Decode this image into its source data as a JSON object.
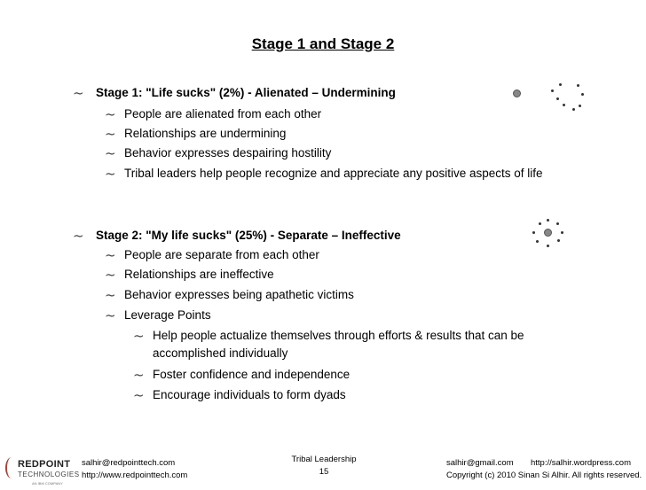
{
  "slide": {
    "title": "Stage 1 and Stage 2",
    "stage1": {
      "heading": "Stage 1: \"Life sucks\" (2%) - Alienated – Undermining",
      "points": [
        "People are alienated from each other",
        "Relationships are undermining",
        "Behavior expresses despairing hostility",
        "Tribal leaders help people recognize and appreciate any positive aspects of life"
      ]
    },
    "stage2": {
      "heading": "Stage 2: \"My life sucks\" (25%) - Separate – Ineffective",
      "points": [
        "People are separate from each other",
        "Relationships are ineffective",
        "Behavior expresses being apathetic victims",
        "Leverage Points"
      ],
      "leverage_points": [
        "Help people actualize themselves through efforts & results that can be accomplished individually",
        "Foster confidence and independence",
        "Encourage individuals to form dyads"
      ]
    },
    "bullet_glyph": "~"
  },
  "footer": {
    "logo_name": "REDPOINT",
    "logo_sub": "TECHNOLOGIES",
    "logo_tag": "AN IBM COMPANY",
    "left_email": "salhir@redpointtech.com",
    "left_url": "http://www.redpointtech.com",
    "center_title": "Tribal Leadership",
    "page_number": "15",
    "right_email": "salhir@gmail.com",
    "right_url": "http://salhir.wordpress.com",
    "copyright": "Copyright (c) 2010 Sinan Si Alhir. All rights reserved."
  }
}
